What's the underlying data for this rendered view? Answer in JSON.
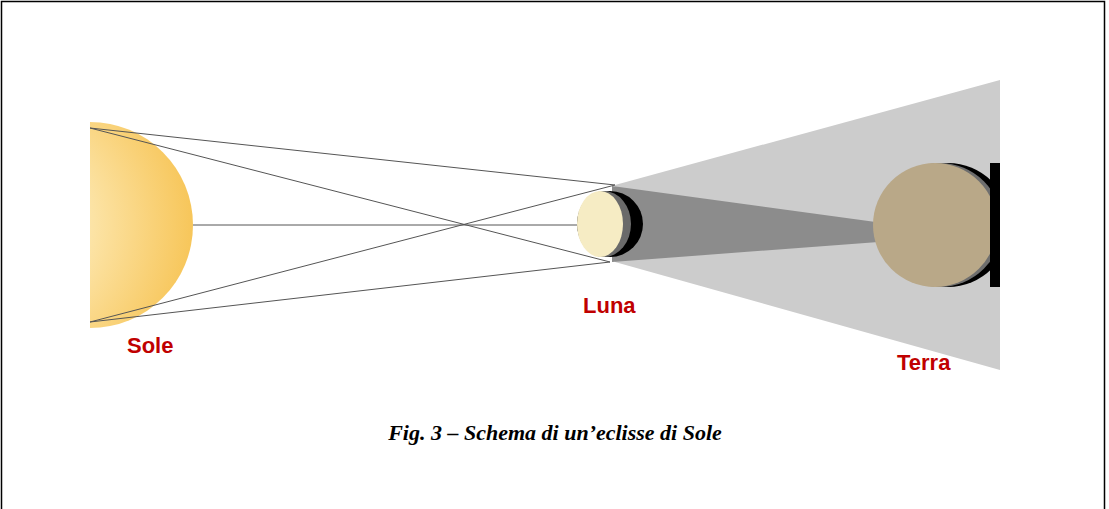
{
  "diagram": {
    "caption": "Fig. 3 – Schema di un’eclisse di Sole",
    "labels": [
      "Sole",
      "Luna",
      "Terra"
    ]
  }
}
